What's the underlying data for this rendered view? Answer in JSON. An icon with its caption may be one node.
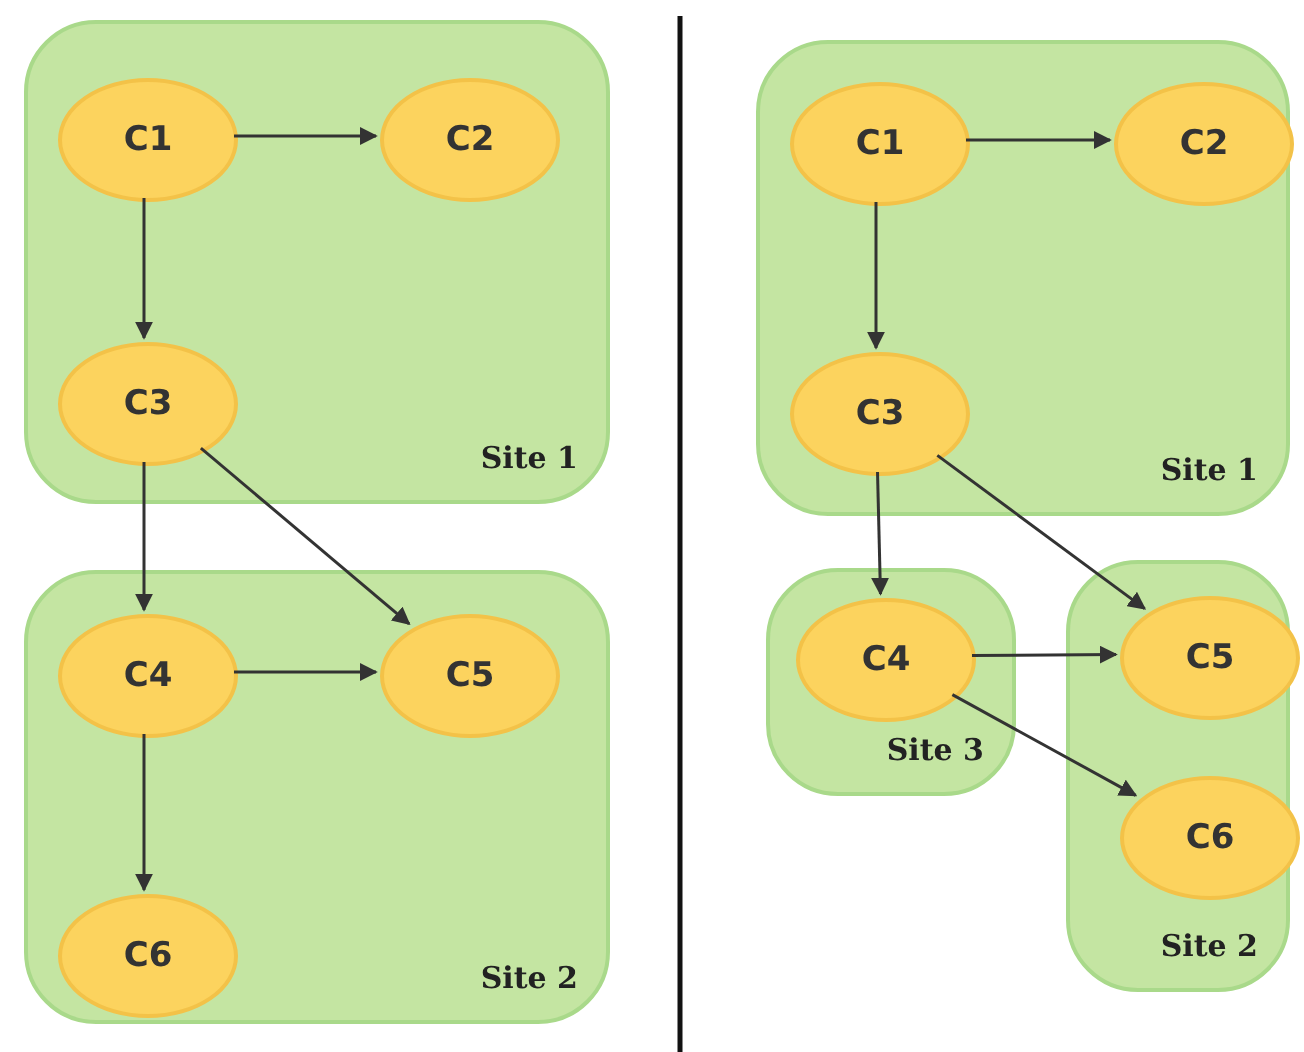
{
  "diagram": {
    "nodes": [
      {
        "text": [
          "Site 1"
        ]
      },
      {
        "text": [
          "C1"
        ],
        "in": 0
      },
      {
        "text": [
          "C2"
        ],
        "in": 0
      },
      {
        "text": [
          "C3"
        ],
        "in": 0
      },
      {
        "text": [
          "Site 2"
        ]
      },
      {
        "text": [
          "C4"
        ],
        "in": 4
      },
      {
        "text": [
          "C5"
        ],
        "in": 4
      },
      {
        "text": [
          "C6"
        ],
        "in": 4
      },
      {
        "text": [
          "Site 1"
        ]
      },
      {
        "text": [
          "C1"
        ],
        "in": 8
      },
      {
        "text": [
          "C2"
        ],
        "in": 8
      },
      {
        "text": [
          "C3"
        ],
        "in": 8
      },
      {
        "text": [
          "Site 3"
        ]
      },
      {
        "text": [
          "C4"
        ],
        "in": 12
      },
      {
        "text": [
          "Site 2"
        ]
      },
      {
        "text": [
          "C5"
        ],
        "in": 14
      },
      {
        "text": [
          "C6"
        ],
        "in": 14
      }
    ],
    "edges": [
      {
        "from": 1,
        "to": 2,
        "arrow": "to"
      },
      {
        "from": 1,
        "to": 3,
        "arrow": "to"
      },
      {
        "from": 3,
        "to": 5,
        "arrow": "to"
      },
      {
        "from": 3,
        "to": 6,
        "arrow": "to"
      },
      {
        "from": 5,
        "to": 6,
        "arrow": "to"
      },
      {
        "from": 5,
        "to": 7,
        "arrow": "to"
      },
      {
        "from": 9,
        "to": 10,
        "arrow": "to"
      },
      {
        "from": 9,
        "to": 11,
        "arrow": "to"
      },
      {
        "from": 11,
        "to": 13,
        "arrow": "to"
      },
      {
        "from": 11,
        "to": 15,
        "arrow": "to"
      },
      {
        "from": 13,
        "to": 15,
        "arrow": "to"
      },
      {
        "from": 13,
        "to": 16,
        "arrow": "to"
      }
    ]
  }
}
